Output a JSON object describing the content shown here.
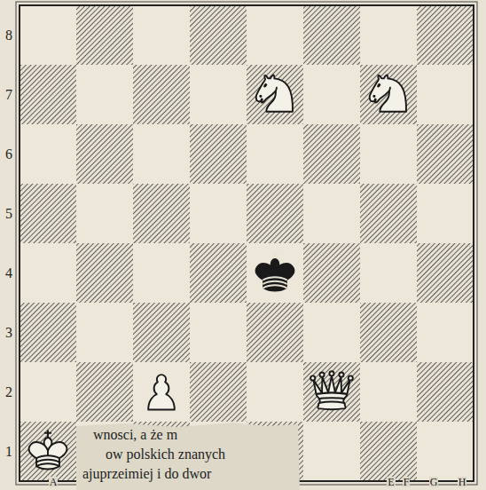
{
  "diagram": {
    "labels": [
      "8",
      "7",
      "6",
      "5",
      "4",
      "3",
      "2",
      "1",
      "A",
      "E",
      "F",
      "G",
      "H",
      "wnosci, a że m",
      "ow polskich znanych",
      "ajuprzeimiej i do dwor"
    ]
  }
}
